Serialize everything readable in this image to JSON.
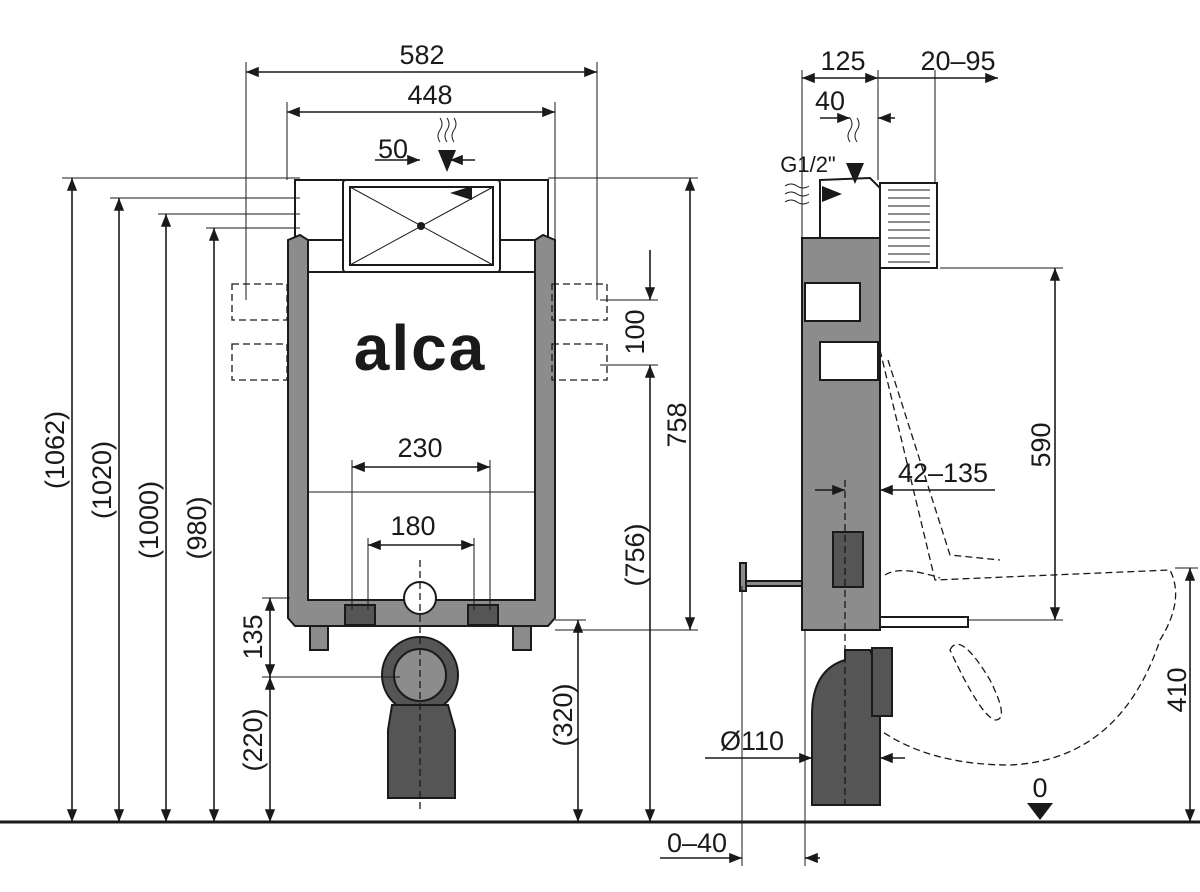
{
  "logo": "alca",
  "front_view": {
    "width_582": "582",
    "width_448": "448",
    "offset_50": "50",
    "height_1062": "(1062)",
    "height_1020": "(1020)",
    "height_1000": "(1000)",
    "height_980": "(980)",
    "bracket_100": "100",
    "height_758": "758",
    "span_230": "230",
    "span_180": "180",
    "height_756": "(756)",
    "drop_135": "135",
    "height_220": "(220)",
    "height_320": "(320)"
  },
  "side_view": {
    "depth_125": "125",
    "range_20_95": "20–95",
    "offset_40": "40",
    "thread": "G1/2\"",
    "height_590": "590",
    "range_42_135": "42–135",
    "pipe_110": "Ø110",
    "height_410": "410",
    "range_0_40": "0–40",
    "floor_0": "0"
  }
}
